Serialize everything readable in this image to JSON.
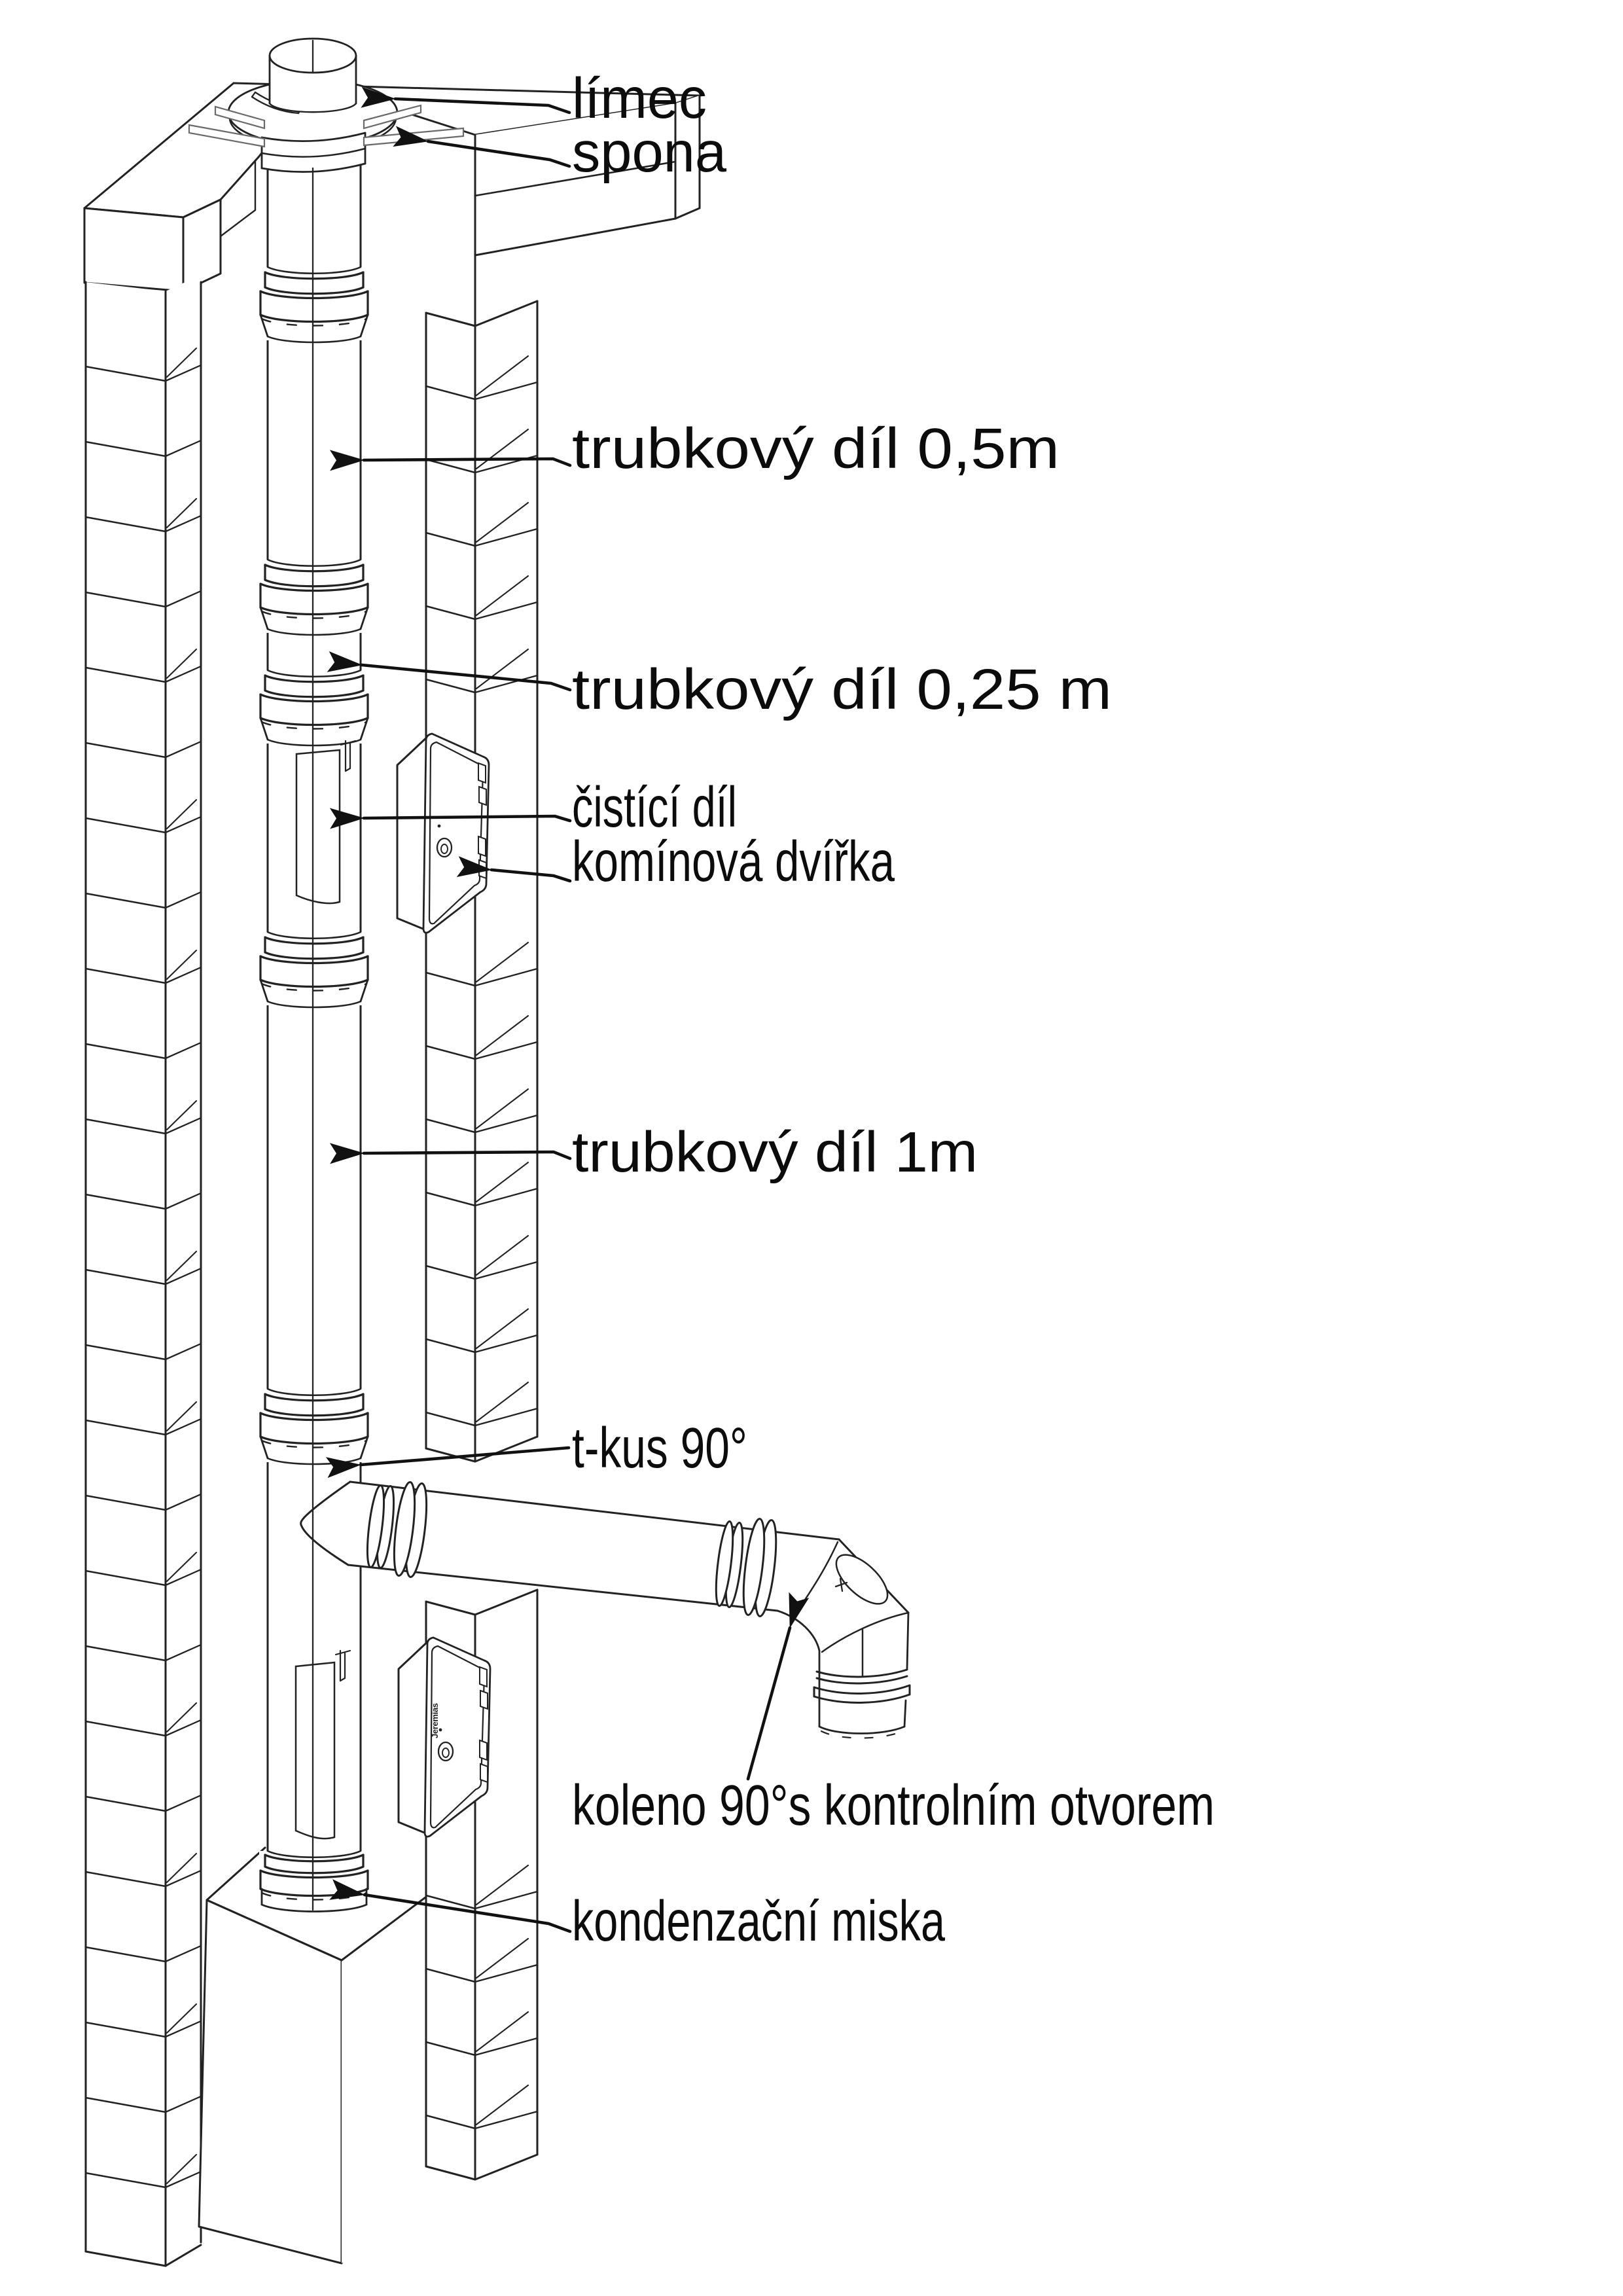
{
  "figure": {
    "background": "#ffffff",
    "line_color": "#1a1a1a",
    "labels": {
      "limec": "límec",
      "spona": "spona",
      "pipe_05": "trubkový díl 0,5m",
      "pipe_025": "trubkový díl 0,25 m",
      "cleaning": "čistící díl",
      "door": "komínová dvířka",
      "pipe_1": "trubkový díl 1m",
      "tee": "t-kus 90°",
      "elbow": "koleno 90°s kontrolním otvorem",
      "tray": "kondenzační miska"
    },
    "door_brand": "Jeremias"
  }
}
